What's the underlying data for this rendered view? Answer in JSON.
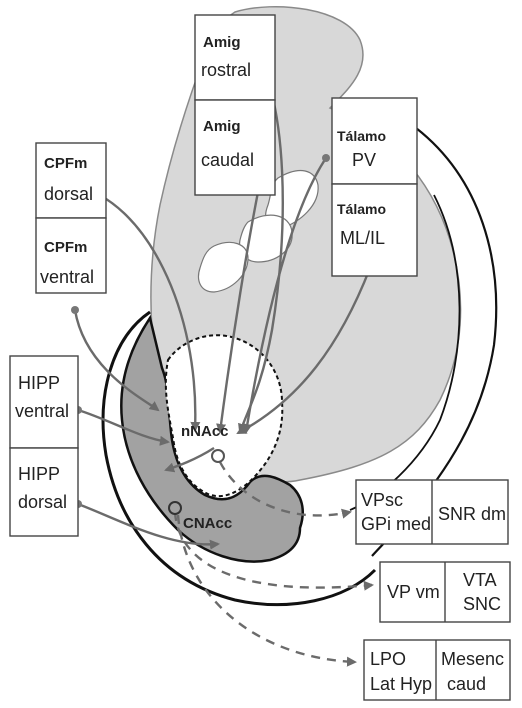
{
  "boxes": {
    "amig_rostral": {
      "line1": "Amig",
      "line2": "rostral"
    },
    "amig_caudal": {
      "line1": "Amig",
      "line2": "caudal"
    },
    "talamo_pv": {
      "line1": "Tálamo",
      "line2": "PV"
    },
    "talamo_mlil": {
      "line1": "Tálamo",
      "line2": "ML/IL"
    },
    "cpfm_dorsal": {
      "line1": "CPFm",
      "line2": "dorsal"
    },
    "cpfm_ventral": {
      "line1": "CPFm",
      "line2": "ventral"
    },
    "hipp_ventral": {
      "line1": "HIPP",
      "line2": "ventral"
    },
    "hipp_dorsal": {
      "line1": "HIPP",
      "line2": "dorsal"
    }
  },
  "targets": {
    "vpsc": {
      "line1": "VPsc",
      "line2": "GPi med"
    },
    "snr": {
      "line1": "SNR dm"
    },
    "vpvm": {
      "line1": "VP vm"
    },
    "vta": {
      "line1": "VTA",
      "line2": "SNC"
    },
    "lpo": {
      "line1": "LPO",
      "line2": "Lat Hyp"
    },
    "mesenc": {
      "line1": "Mesenc",
      "line2": "caud"
    }
  },
  "regions": {
    "shell": "nNAcc",
    "core": "CNAcc"
  },
  "colors": {
    "brain_fill": "#d8d8d8",
    "core_fill": "#a2a2a2",
    "shell_fill": "#ffffff",
    "arrow": "#6b6b6b",
    "outline": "#111111"
  }
}
